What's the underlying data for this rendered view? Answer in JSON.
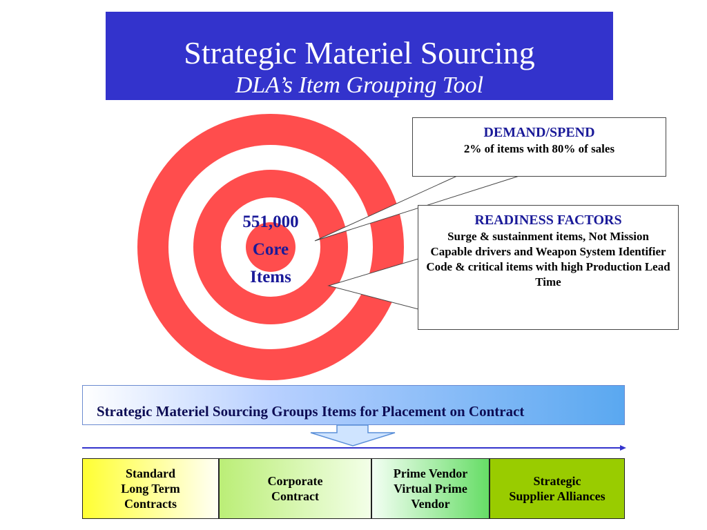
{
  "title": {
    "main": "Strategic Materiel Sourcing",
    "subtitle": "DLA’s Item Grouping Tool"
  },
  "target": {
    "center_lines": [
      "551,000",
      "Core",
      "Items"
    ],
    "ring_color": "#ff4d4d",
    "center_text_color": "#1a1a99"
  },
  "callouts": {
    "demand": {
      "heading": "DEMAND/SPEND",
      "body": "2% of items with 80% of sales"
    },
    "readiness": {
      "heading": "READINESS FACTORS",
      "body": "Surge & sustainment items, Not Mission Capable drivers and Weapon System Identifier Code & critical items with high Production Lead Time"
    }
  },
  "banner": {
    "text": "Strategic Materiel Sourcing Groups Items for Placement on Contract"
  },
  "contract_types": [
    {
      "label": "Standard Long Term Contracts",
      "lines": [
        "Standard",
        "Long Term",
        "Contracts"
      ]
    },
    {
      "label": "Corporate Contract",
      "lines": [
        "Corporate",
        "Contract"
      ]
    },
    {
      "label": "Prime Vendor Virtual Prime Vendor",
      "lines": [
        "Prime Vendor",
        "Virtual Prime",
        "Vendor"
      ]
    },
    {
      "label": "Strategic Supplier Alliances",
      "lines": [
        "Strategic",
        "Supplier Alliances"
      ]
    }
  ]
}
